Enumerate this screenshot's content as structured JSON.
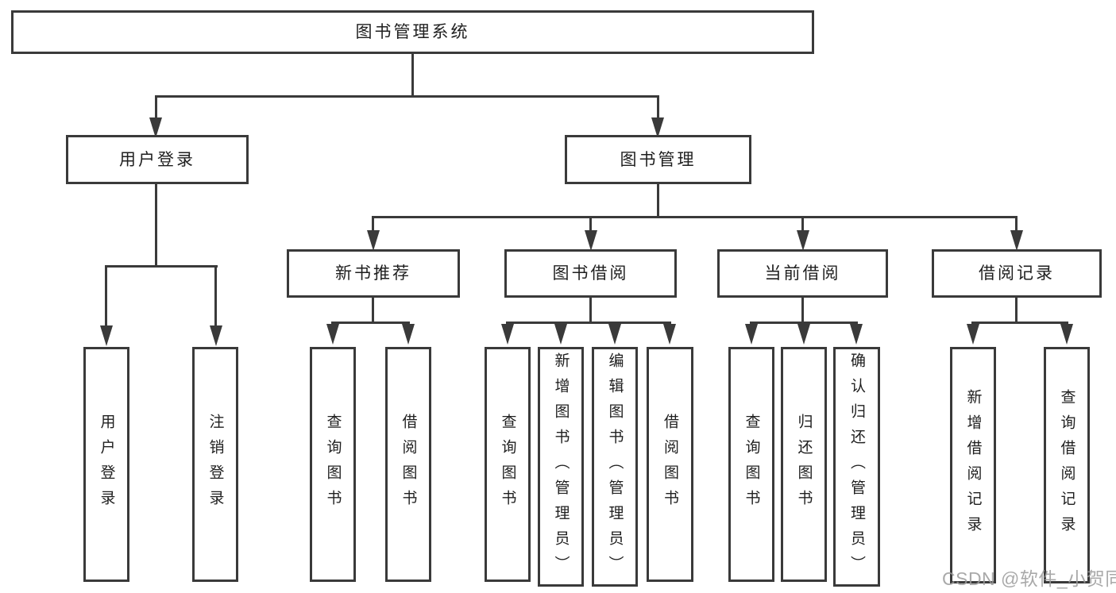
{
  "tree": {
    "root": {
      "label": "图书管理系统"
    },
    "branches": [
      {
        "label": "用户登录",
        "children": [
          {
            "label": "用户登录"
          },
          {
            "label": "注销登录"
          }
        ]
      },
      {
        "label": "图书管理",
        "children": [
          {
            "label": "新书推荐",
            "children": [
              {
                "label": "查询图书"
              },
              {
                "label": "借阅图书"
              }
            ]
          },
          {
            "label": "图书借阅",
            "children": [
              {
                "label": "查询图书"
              },
              {
                "label": "新增图书（管理员）"
              },
              {
                "label": "编辑图书（管理员）"
              },
              {
                "label": "借阅图书"
              }
            ]
          },
          {
            "label": "当前借阅",
            "children": [
              {
                "label": "查询图书"
              },
              {
                "label": "归还图书"
              },
              {
                "label": "确认归还（管理员）"
              }
            ]
          },
          {
            "label": "借阅记录",
            "children": [
              {
                "label": "新增借阅记录"
              },
              {
                "label": "查询借阅记录"
              }
            ]
          }
        ]
      }
    ]
  },
  "watermark": {
    "text": "CSDN @软件_小贺同学"
  },
  "colors": {
    "line": "#3a3a3a",
    "box_border": "#3a3a3a",
    "text": "#1f1f1f",
    "background": "#ffffff",
    "watermark": "#9b9b9b"
  }
}
